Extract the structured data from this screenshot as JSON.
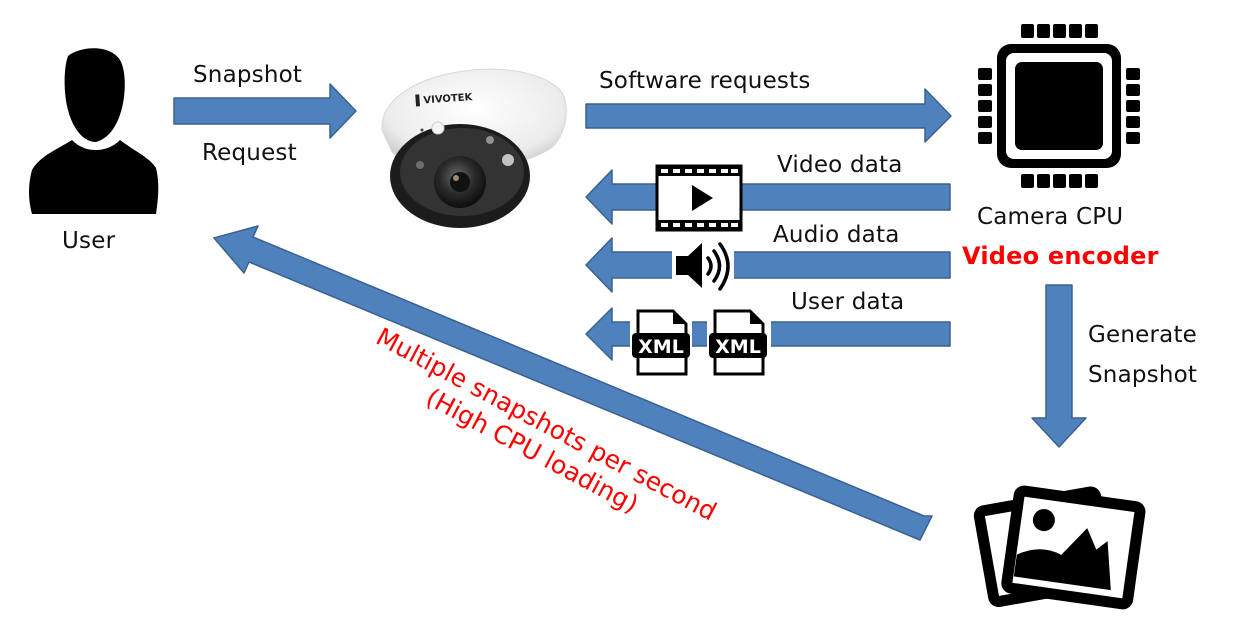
{
  "colors": {
    "arrow_fill": "#4f81bd",
    "arrow_stroke": "#3a6190",
    "text": "#111111",
    "highlight": "#ff0000",
    "icon": "#000000"
  },
  "nodes": {
    "user": {
      "label": "User",
      "icon": "user-silhouette-icon"
    },
    "camera": {
      "brand": "VIVOTEK",
      "icon": "dome-camera-image"
    },
    "cpu": {
      "label": "Camera CPU",
      "sublabel": "Video encoder",
      "icon": "cpu-chip-icon"
    },
    "snapshot_output": {
      "icon": "photo-stack-icon"
    }
  },
  "edges": {
    "snapshot_request": {
      "label_top": "Snapshot",
      "label_bottom": "Request",
      "direction": "user-to-camera"
    },
    "software_requests": {
      "label": "Software requests",
      "direction": "camera-to-cpu"
    },
    "video_data": {
      "label": "Video data",
      "icon": "video-film-icon",
      "direction": "cpu-to-camera"
    },
    "audio_data": {
      "label": "Audio data",
      "icon": "speaker-icon",
      "direction": "cpu-to-camera"
    },
    "user_data": {
      "label": "User data",
      "icons": [
        "xml-file-icon",
        "xml-file-icon"
      ],
      "icon_text": "XML",
      "direction": "cpu-to-camera"
    },
    "generate_snapshot": {
      "label_top": "Generate",
      "label_bottom": "Snapshot",
      "direction": "cpu-to-snapshot"
    },
    "snapshots_return": {
      "line1": "Multiple snapshots per second",
      "line2": "(High CPU loading)",
      "direction": "snapshot-to-user"
    }
  }
}
